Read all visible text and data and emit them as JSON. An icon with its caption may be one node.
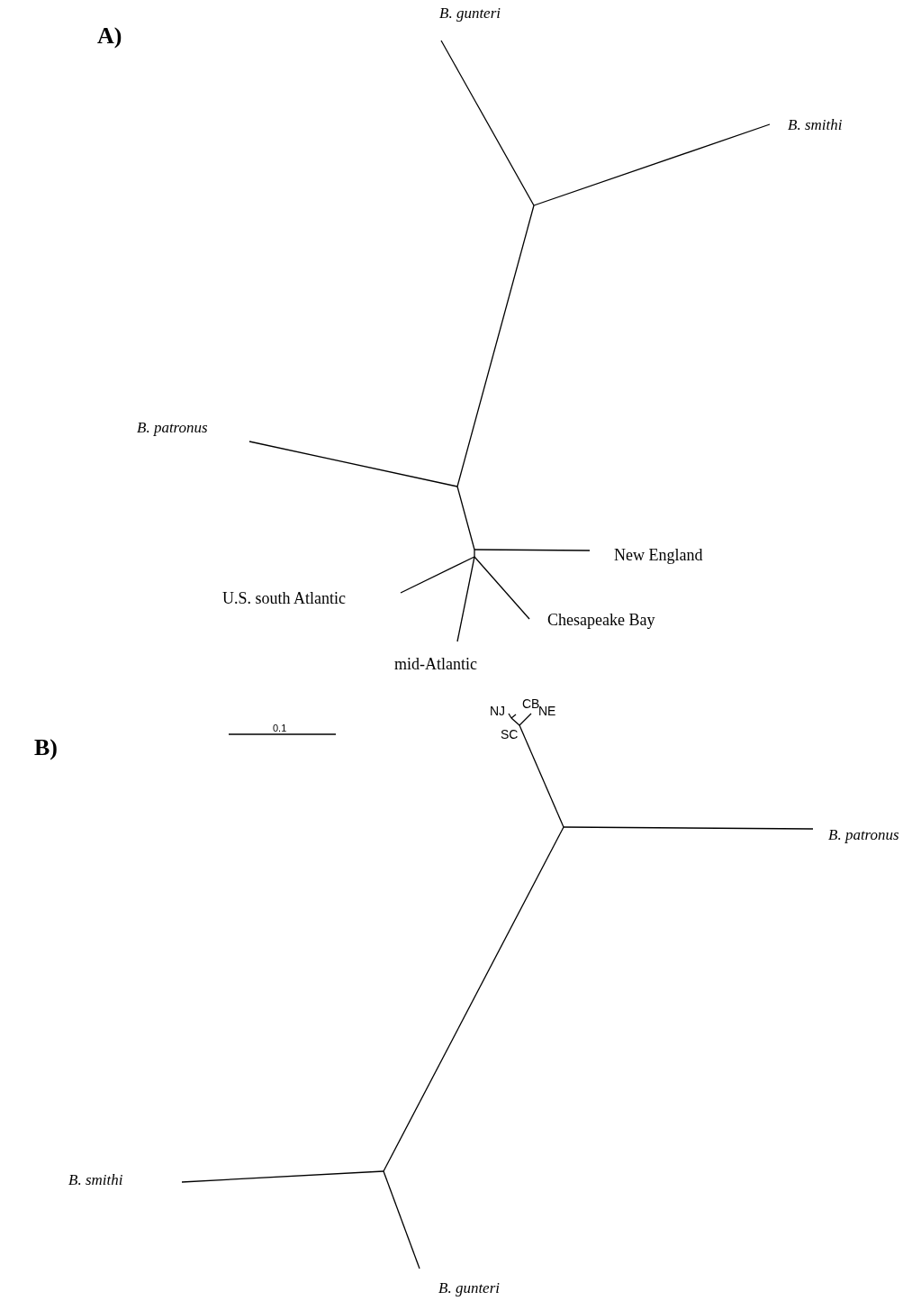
{
  "diagram": {
    "labels": [
      "A)",
      "B. gunteri",
      "B. smithi",
      "B. patronus",
      "New England",
      "U.S. south Atlantic",
      "Chesapeake Bay",
      "mid-Atlantic",
      "NJ",
      "CB",
      "NE",
      "B)",
      "0.1",
      "SC",
      "B. patronus",
      "B. smithi",
      "B. gunteri"
    ]
  }
}
